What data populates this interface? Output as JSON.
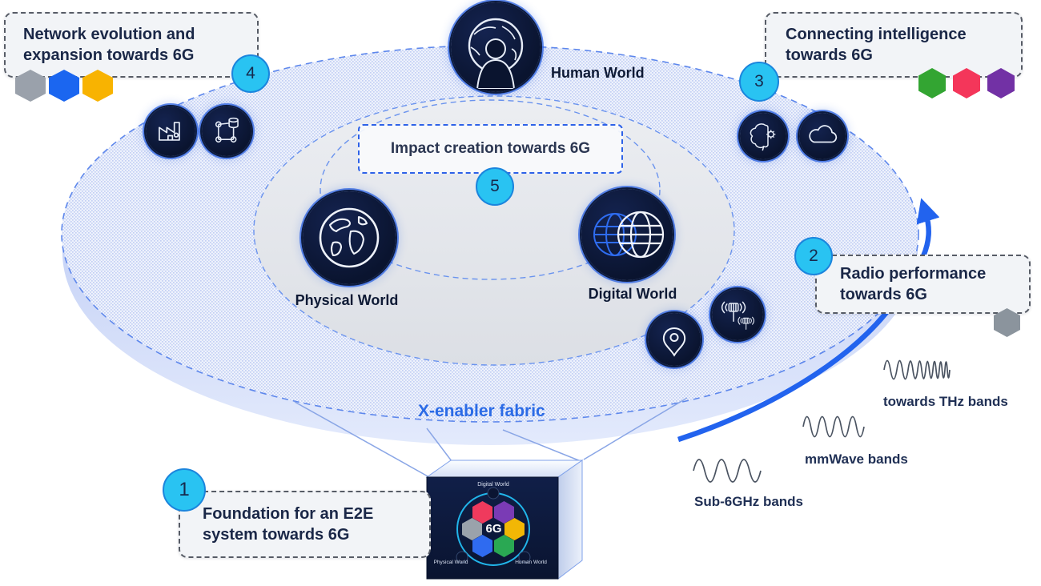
{
  "callouts": [
    {
      "number": "1",
      "label": "Foundation for an E2E system towards 6G"
    },
    {
      "number": "2",
      "label": "Radio performance towards 6G"
    },
    {
      "number": "3",
      "label": "Connecting intelligence towards 6G"
    },
    {
      "number": "4",
      "label": "Network evolution and expansion towards 6G"
    },
    {
      "number": "5",
      "label": "Impact creation towards 6G"
    }
  ],
  "worlds": {
    "human": "Human World",
    "physical": "Physical World",
    "digital": "Digital World"
  },
  "fabric_label": "X-enabler fabric",
  "bands": [
    {
      "label": "Sub-6GHz bands"
    },
    {
      "label": "mmWave bands"
    },
    {
      "label": "towards THz bands"
    }
  ],
  "cube": {
    "center_label": "6G",
    "top_label": "Digital World",
    "bottom_left_label": "Physical World",
    "bottom_right_label": "Human World",
    "hex_colors": [
      "#ef3a5d",
      "#7a3bb5",
      "#9aa2ab",
      "#f2b705",
      "#2f6bf0",
      "#2aa853"
    ]
  },
  "hex_markers": {
    "network_evolution": [
      "#9aa1ab",
      "#1b66f0",
      "#f8b301"
    ],
    "connecting_intelligence": [
      "#33a532",
      "#f4365a",
      "#7231a5"
    ],
    "radio_performance": [
      "#8b949d"
    ]
  },
  "icons": [
    "human-world-icon",
    "physical-world-icon",
    "digital-world-icon",
    "factory-icon",
    "network-nodes-icon",
    "ai-brain-gear-icon",
    "cloud-icon",
    "radio-antenna-icon",
    "location-pin-icon",
    "curved-arrow-icon",
    "sine-wave-icon"
  ],
  "colors": {
    "accent_blue": "#2263ee",
    "badge_cyan": "#29c3f2",
    "badge_border": "#1b85dd",
    "navy_text": "#1a2747",
    "fabric_blue": "#2b6be6",
    "disc_dot": "#c3cff4",
    "disc_border": "#5d87ec"
  }
}
